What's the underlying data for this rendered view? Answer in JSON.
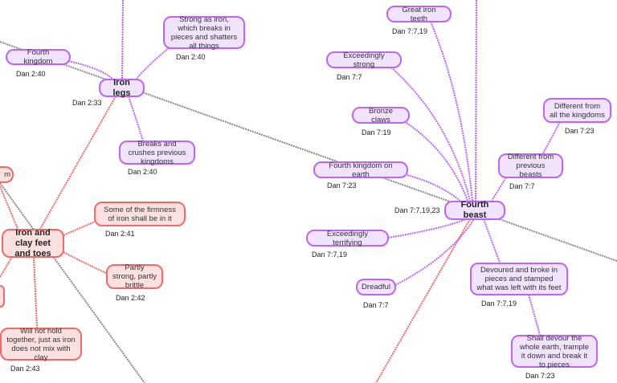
{
  "colors": {
    "purple_border": "#bb66f4",
    "purple_fill": "#f1e2fd",
    "red_border": "#f06a6a",
    "red_fill": "#fde0e0",
    "connector_gray": "#888888"
  },
  "iron_legs": {
    "title": "Iron legs",
    "ref": "Dan 2:33",
    "children": [
      {
        "text": "Fourth kingdom",
        "ref": "Dan 2:40"
      },
      {
        "text": "Strong as iron, which breaks in pieces and shatters all things",
        "ref": "Dan 2:40"
      },
      {
        "text": "Breaks and crushes previous kingdoms",
        "ref": "Dan 2:40"
      }
    ]
  },
  "iron_clay": {
    "title": "Iron and clay feet and toes",
    "partial_left_top": "m",
    "children": [
      {
        "text": "Some of the firmness of iron shall be in it",
        "ref": "Dan 2:41"
      },
      {
        "text": "Partly strong, partly brittle",
        "ref": "Dan 2:42"
      },
      {
        "text": "Will not hold together, just as iron does not mix with clay",
        "ref": "Dan 2:43"
      }
    ]
  },
  "fourth_beast": {
    "title": "Fourth beast",
    "ref": "Dan 7:7,19,23",
    "children": [
      {
        "text": "Great iron teeth",
        "ref": "Dan 7:7,19"
      },
      {
        "text": "Exceedingly strong",
        "ref": "Dan 7:7"
      },
      {
        "text": "Bronze claws",
        "ref": "Dan 7:19"
      },
      {
        "text": "Fourth kingdom on earth",
        "ref": "Dan 7:23"
      },
      {
        "text": "Different from all the kingdoms",
        "ref": "Dan 7:23"
      },
      {
        "text": "Different from previous beasts",
        "ref": "Dan 7:7"
      },
      {
        "text": "Exceedingly terrifying",
        "ref": "Dan 7:7,19"
      },
      {
        "text": "Dreadful",
        "ref": "Dan 7:7"
      },
      {
        "text": "Devoured and broke in pieces and stamped what was left with its feet",
        "ref": "Dan 7:7,19"
      },
      {
        "text": "Shall devour the whole earth, trample it down and break it to pieces",
        "ref": "Dan 7:23"
      }
    ]
  }
}
